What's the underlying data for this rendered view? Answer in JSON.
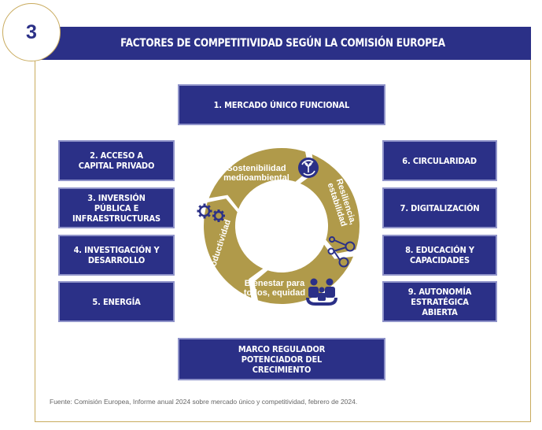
{
  "header": {
    "badge_number": "3",
    "title": "FACTORES DE COMPETITIVIDAD SEGÚN LA COMISIÓN EUROPEA"
  },
  "colors": {
    "navy": "#2b3087",
    "gold": "#b09a4a",
    "frame": "#c9ab5e"
  },
  "boxes": {
    "top": "1. MERCADO ÚNICO FUNCIONAL",
    "left": [
      "2. ACCESO A CAPITAL PRIVADO",
      "3. INVERSIÓN PÚBLICA E INFRAESTRUCTURAS",
      "4. INVESTIGACIÓN Y DESARROLLO",
      "5. ENERGÍA"
    ],
    "right": [
      "6. CIRCULARIDAD",
      "7. DIGITALIZACIÓN",
      "8. EDUCACIÓN Y CAPACIDADES",
      "9. AUTONOMÍA ESTRATÉGICA ABIERTA"
    ],
    "bottom": "MARCO REGULADOR POTENCIADOR DEL CRECIMIENTO"
  },
  "cycle": {
    "segments": [
      {
        "label": "Sostenibilidad medioambiental",
        "icon": "plant-recycle-icon"
      },
      {
        "label": "Resiliencia, estabilidad",
        "icon": "network-nodes-icon"
      },
      {
        "label": "Bienestar para todos, equidad",
        "icon": "people-care-icon"
      },
      {
        "label": "Productividad",
        "icon": "gears-icon"
      }
    ]
  },
  "source": "Fuente: Comisión Europea, Informe anual 2024 sobre mercado único y competitividad, febrero de 2024."
}
